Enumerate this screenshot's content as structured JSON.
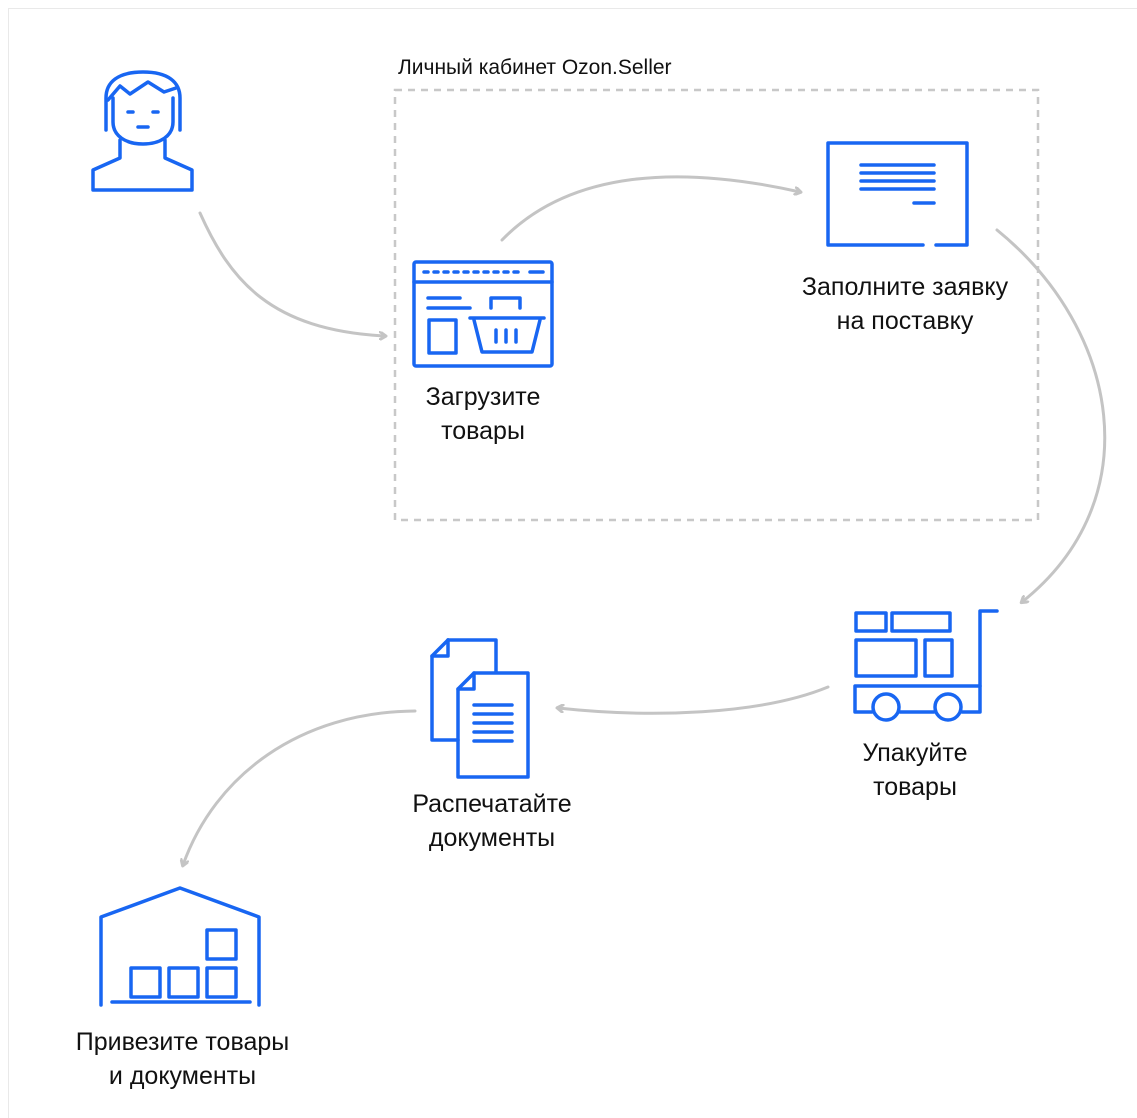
{
  "colors": {
    "icon": "#1866f2",
    "arrow": "#c4c4c4",
    "dashed_border": "#c8c8c8",
    "text": "#111111"
  },
  "group": {
    "title": "Личный кабинет Ozon.Seller"
  },
  "steps": [
    {
      "icon": "seller-person-icon",
      "line1": "",
      "line2": ""
    },
    {
      "icon": "upload-goods-icon",
      "line1": "Загрузите",
      "line2": "товары"
    },
    {
      "icon": "supply-request-icon",
      "line1": "Заполните заявку",
      "line2": "на поставку"
    },
    {
      "icon": "pack-goods-icon",
      "line1": "Упакуйте",
      "line2": "товары"
    },
    {
      "icon": "print-documents-icon",
      "line1": "Распечатайте",
      "line2": "документы"
    },
    {
      "icon": "warehouse-icon",
      "line1": "Привезите товары",
      "line2": "и документы"
    }
  ]
}
